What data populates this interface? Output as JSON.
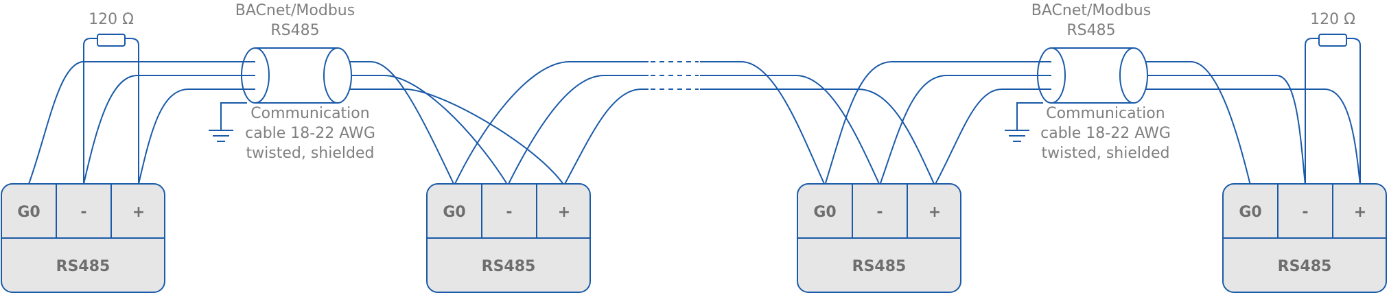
{
  "resistor_label": "120 Ω",
  "cable_label": {
    "line1": "BACnet/Modbus",
    "line2": "RS485"
  },
  "cable_spec": {
    "line1": "Communication",
    "line2": "cable 18-22 AWG",
    "line3": "twisted, shielded"
  },
  "device": {
    "terminals": [
      "G0",
      "-",
      "+"
    ],
    "name": "RS485"
  },
  "colors": {
    "wire": "#1a5aa8",
    "box_fill": "#e6e6e6",
    "text": "#7f7f7f"
  }
}
